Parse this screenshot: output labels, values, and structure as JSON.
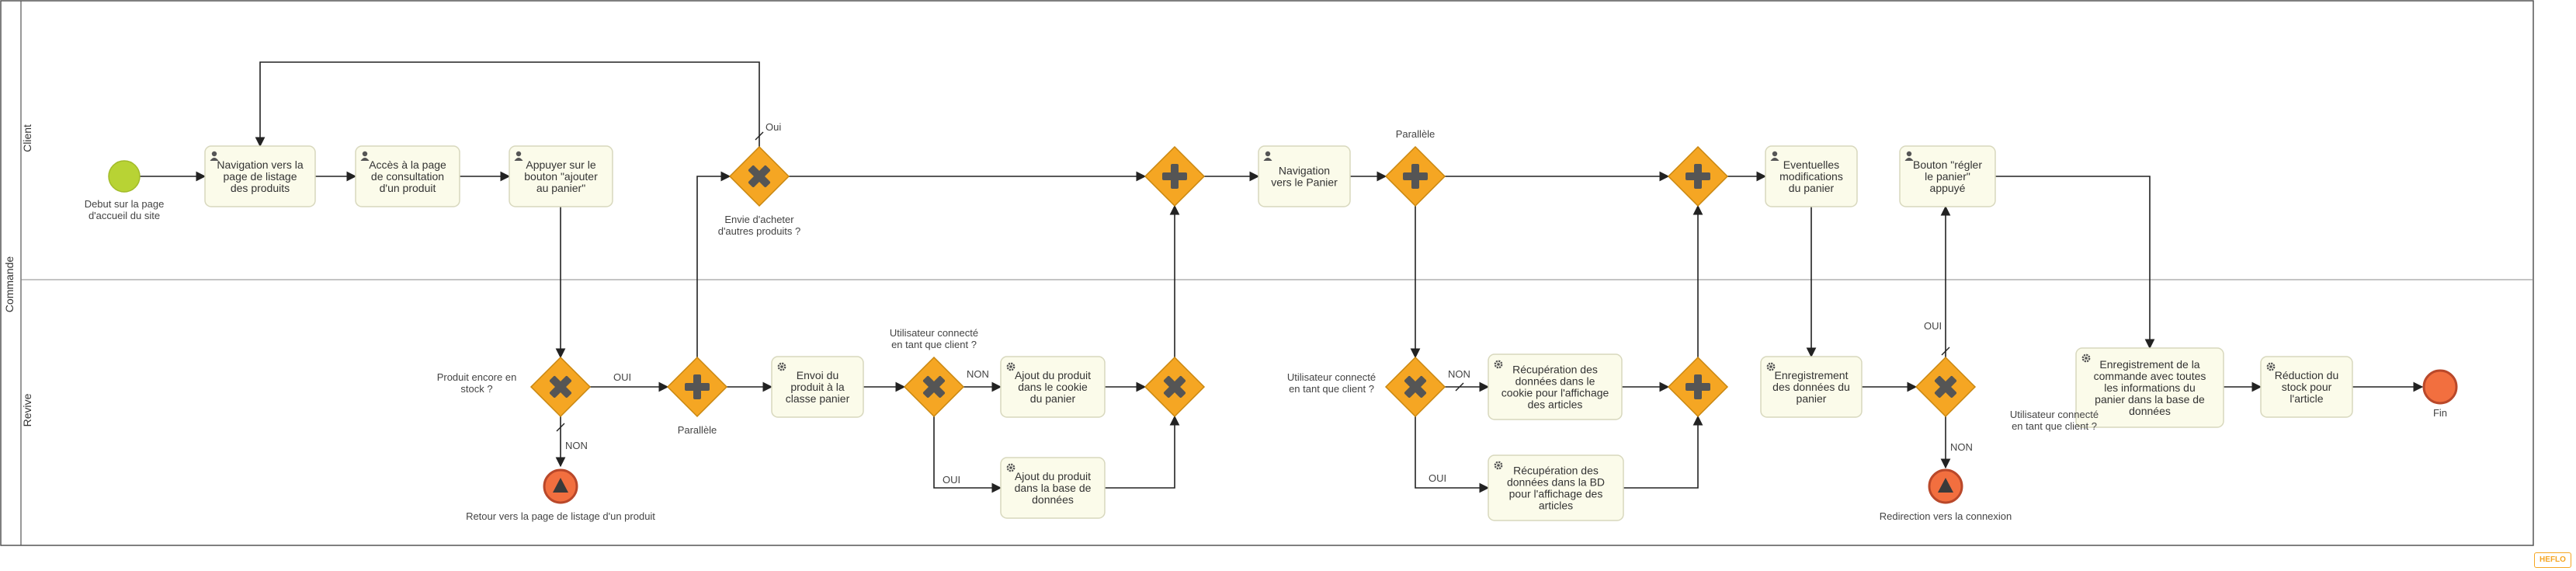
{
  "pool": {
    "name": "Commande"
  },
  "lanes": {
    "client": "Client",
    "revive": "Revive"
  },
  "events": {
    "start": [
      "Debut sur la page",
      "d'accueil du site"
    ],
    "end_retour": [
      "Retour vers la page de listage d'un produit"
    ],
    "end_redirect": [
      "Redirection vers la connexion"
    ],
    "end_fin": [
      "Fin"
    ]
  },
  "tasks": {
    "t_nav_listage": [
      "Navigation vers la",
      "page de listage",
      "des produits"
    ],
    "t_acces_consult": [
      "Accès à la page",
      "de consultation",
      "d'un produit"
    ],
    "t_appuyer_ajouter": [
      "Appuyer sur le",
      "bouton \"ajouter",
      "au panier\""
    ],
    "t_nav_panier": [
      "Navigation",
      "vers le Panier"
    ],
    "t_modifs_panier": [
      "Eventuelles",
      "modifications",
      "du panier"
    ],
    "t_bouton_regler": [
      "Bouton \"régler",
      "le panier\"",
      "appuyé"
    ],
    "t_envoi_produit": [
      "Envoi du",
      "produit à la",
      "classe panier"
    ],
    "t_ajout_cookie": [
      "Ajout du produit",
      "dans le cookie",
      "du panier"
    ],
    "t_ajout_bd": [
      "Ajout du produit",
      "dans la base de",
      "données"
    ],
    "t_recup_cookie": [
      "Récupération des",
      "données dans le",
      "cookie pour l'affichage",
      "des articles"
    ],
    "t_recup_bd": [
      "Récupération des",
      "données dans la BD",
      "pour l'affichage des",
      "articles"
    ],
    "t_enreg_panier": [
      "Enregistrement",
      "des données du",
      "panier"
    ],
    "t_enreg_commande": [
      "Enregistrement de la",
      "commande avec toutes",
      "les informations du",
      "panier dans la base de",
      "données"
    ],
    "t_reduction_stock": [
      "Réduction du",
      "stock pour",
      "l'article"
    ]
  },
  "gateways": {
    "g_envie": [
      "Envie d'acheter",
      "d'autres produits ?"
    ],
    "g_parallele_top": [
      "Parallèle"
    ],
    "g_stock": [
      "Produit encore en",
      "stock ?"
    ],
    "g_parallele_bottom": [
      "Parallèle"
    ],
    "g_connecte1": [
      "Utilisateur connecté",
      "en tant que client ?"
    ],
    "g_connecte2": [
      "Utilisateur connecté",
      "en tant que client ?"
    ],
    "g_connecte3": [
      "Utilisateur connecté",
      "en tant que client ?"
    ]
  },
  "flow_labels": {
    "oui": "Oui",
    "OUI": "OUI",
    "NON": "NON"
  },
  "icons": {
    "user_task": "user-icon",
    "service_task": "gear-icon"
  },
  "colors": {
    "gateway": "#f5a623",
    "start": "#b8d334",
    "end": "#f26f3f",
    "task_fill": "#fbfbea"
  },
  "brand": "HEFLO"
}
